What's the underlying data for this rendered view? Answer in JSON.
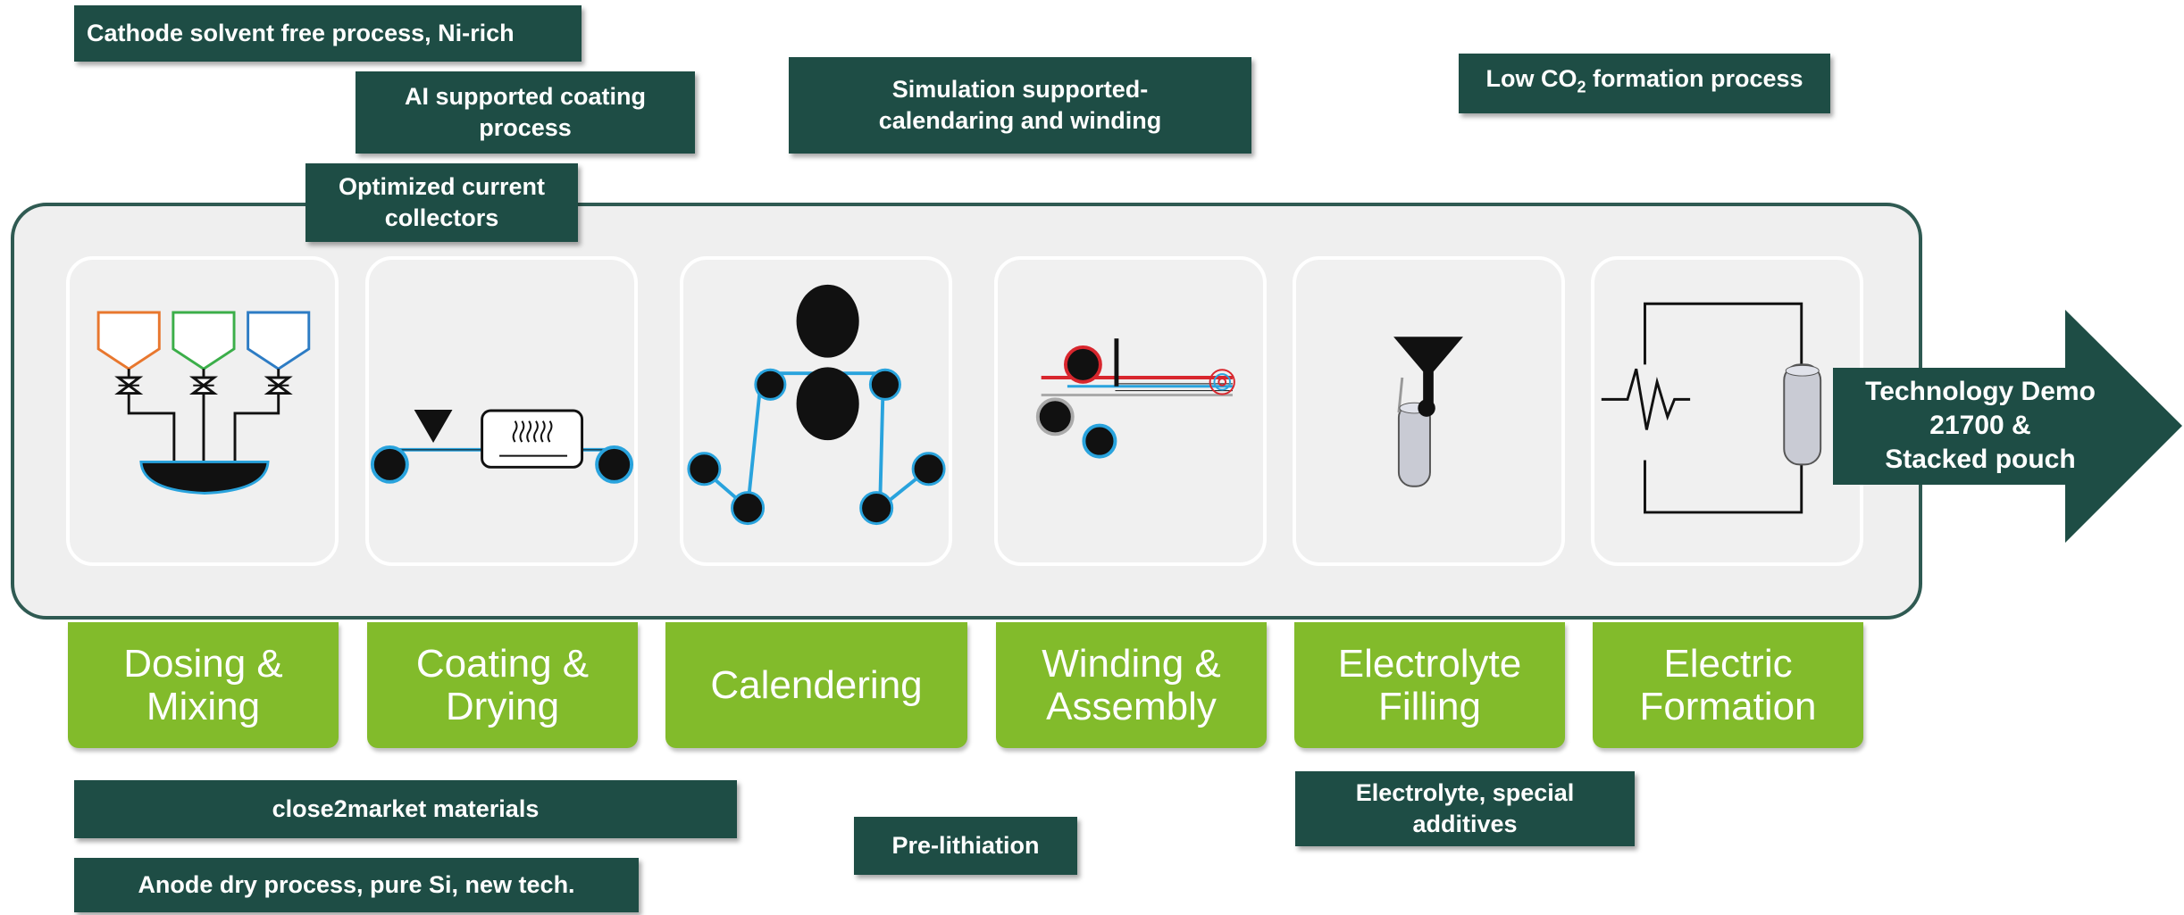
{
  "colors": {
    "tag_bg": "#1e4d45",
    "step_bg": "#82bb2b",
    "panel_bg": "#efefef",
    "panel_border": "#2f5a52",
    "belt": "#29a3dd"
  },
  "tags": {
    "cathode": "Cathode solvent free process, Ni-rich",
    "ai_coating": "AI supported coating\nprocess",
    "current_collectors": "Optimized current\ncollectors",
    "simulation": "Simulation supported-\ncalendaring and winding",
    "low_co2_prefix": "Low CO",
    "low_co2_sub": "2",
    "low_co2_suffix": " formation process",
    "close2market": "close2market materials",
    "anode": "Anode dry process, pure Si, new tech.",
    "prelithiation": "Pre-lithiation",
    "electrolyte_additives": "Electrolyte, special\nadditives"
  },
  "steps": [
    {
      "label": "Dosing &\nMixing",
      "icon": "dosing-mixing-icon"
    },
    {
      "label": "Coating &\nDrying",
      "icon": "coating-drying-icon"
    },
    {
      "label": "Calendering",
      "icon": "calendering-icon"
    },
    {
      "label": "Winding &\nAssembly",
      "icon": "winding-assembly-icon"
    },
    {
      "label": "Electrolyte\nFilling",
      "icon": "electrolyte-filling-icon"
    },
    {
      "label": "Electric\nFormation",
      "icon": "electric-formation-icon"
    }
  ],
  "arrow": {
    "label": "Technology Demo\n21700 &\nStacked pouch"
  }
}
